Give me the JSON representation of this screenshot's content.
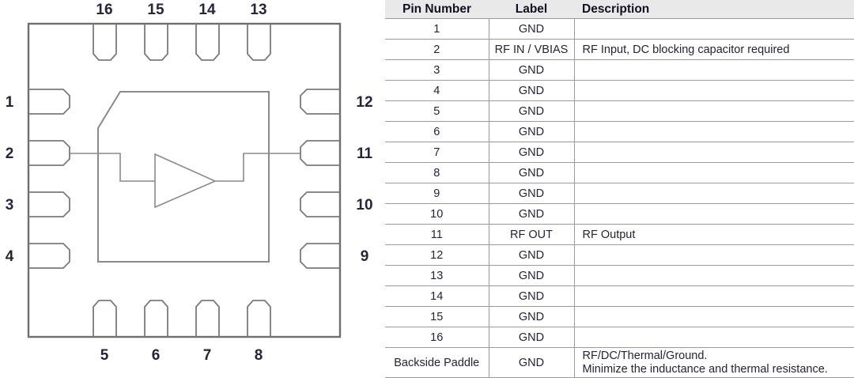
{
  "diagram": {
    "name": "qfn-16-package-pinout",
    "top_pins": [
      "16",
      "15",
      "14",
      "13"
    ],
    "left_pins": [
      "1",
      "2",
      "3",
      "4"
    ],
    "right_pins": [
      "12",
      "11",
      "10",
      "9"
    ],
    "bottom_pins": [
      "5",
      "6",
      "7",
      "8"
    ],
    "colors": {
      "outline": "#6f6f6f",
      "pad": "#7a7a7a",
      "trace": "#8a8a8a",
      "label": "#25253c"
    }
  },
  "table": {
    "headers": {
      "pin": "Pin Number",
      "label": "Label",
      "description": "Description"
    },
    "rows": [
      {
        "pin": "1",
        "label": "GND",
        "description": ""
      },
      {
        "pin": "2",
        "label": "RF IN / VBIAS",
        "description": "RF Input, DC blocking capacitor required"
      },
      {
        "pin": "3",
        "label": "GND",
        "description": ""
      },
      {
        "pin": "4",
        "label": "GND",
        "description": ""
      },
      {
        "pin": "5",
        "label": "GND",
        "description": ""
      },
      {
        "pin": "6",
        "label": "GND",
        "description": ""
      },
      {
        "pin": "7",
        "label": "GND",
        "description": ""
      },
      {
        "pin": "8",
        "label": "GND",
        "description": ""
      },
      {
        "pin": "9",
        "label": "GND",
        "description": ""
      },
      {
        "pin": "10",
        "label": "GND",
        "description": ""
      },
      {
        "pin": "11",
        "label": "RF OUT",
        "description": "RF Output"
      },
      {
        "pin": "12",
        "label": "GND",
        "description": ""
      },
      {
        "pin": "13",
        "label": "GND",
        "description": ""
      },
      {
        "pin": "14",
        "label": "GND",
        "description": ""
      },
      {
        "pin": "15",
        "label": "GND",
        "description": ""
      },
      {
        "pin": "16",
        "label": "GND",
        "description": ""
      }
    ],
    "paddle_row": {
      "pin": "Backside Paddle",
      "label": "GND",
      "description_line1": "RF/DC/Thermal/Ground.",
      "description_line2": "Minimize the inductance and thermal resistance."
    },
    "header_background": "#e9e9e9",
    "border_color": "#9a9a9a"
  }
}
